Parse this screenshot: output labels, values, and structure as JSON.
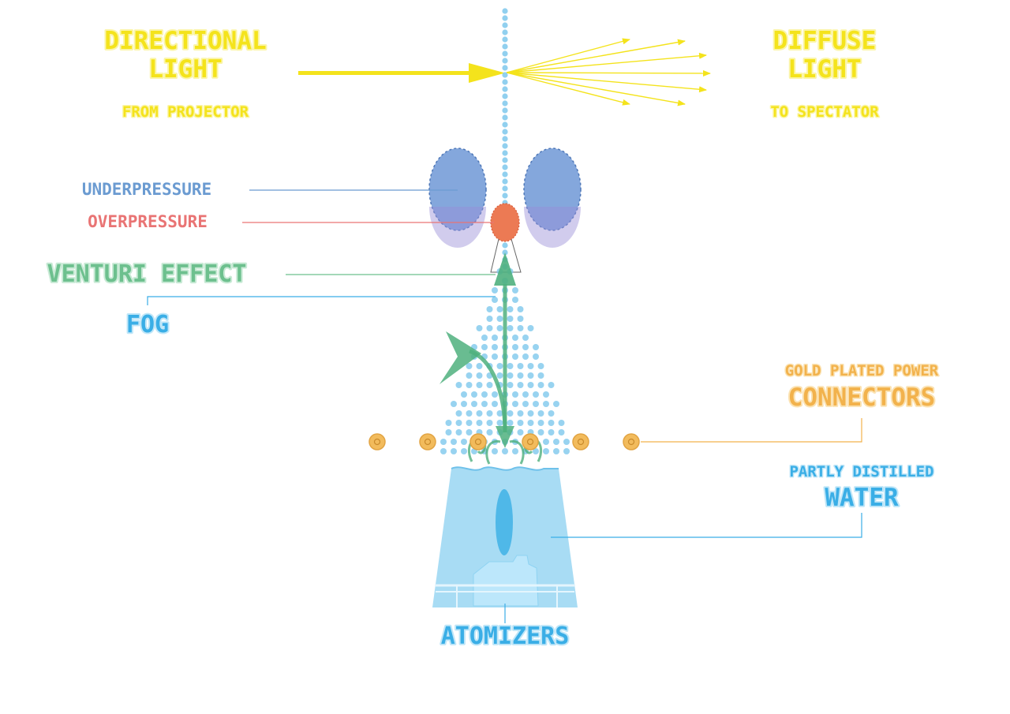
{
  "colors": {
    "yellow": "#f4e31c",
    "yellow_outline": "#fbf5a8",
    "blue_label": "#6b9bd1",
    "red_label": "#e97474",
    "green_label": "#6dc08e",
    "cyan_label": "#3aaee6",
    "orange_label": "#f2b24c",
    "water": "#9ed8f3",
    "fog_dot": "#7ec8ec",
    "under_lobe": "#6f98d6",
    "over_lobe": "#ec7a54",
    "green_arrow": "#4fb07e",
    "connector": "#f2bb5c"
  },
  "labels": {
    "directional_l1": "DIRECTIONAL",
    "directional_l2": "LIGHT",
    "directional_sub": "FROM PROJECTOR",
    "diffuse_l1": "DIFFUSE",
    "diffuse_l2": "LIGHT",
    "diffuse_sub": "TO SPECTATOR",
    "underpressure": "UNDERPRESSURE",
    "overpressure": "OVERPRESSURE",
    "venturi": "VENTURI EFFECT",
    "fog": "FOG",
    "gold_l1": "GOLD PLATED POWER",
    "gold_l2": "CONNECTORS",
    "water_l1": "PARTLY DISTILLED",
    "water_l2": "WATER",
    "atomizers": "ATOMIZERS"
  }
}
